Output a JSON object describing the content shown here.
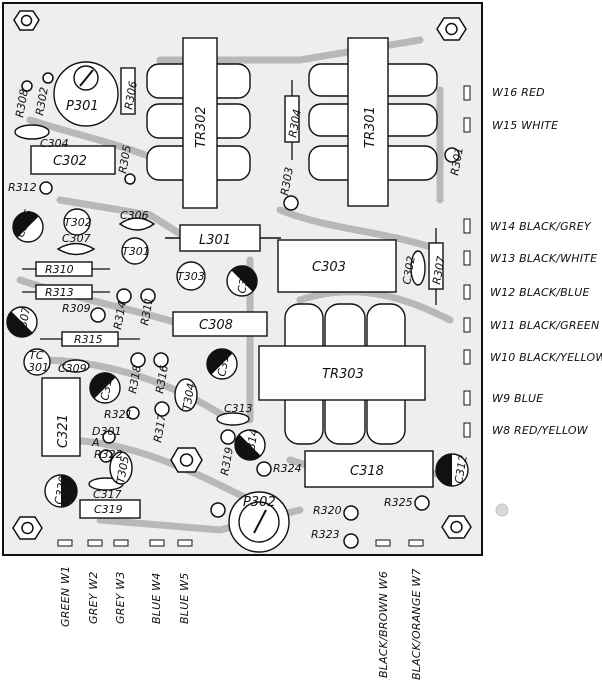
{
  "board": {
    "transformers": [
      "TR302",
      "TR301",
      "TR303"
    ],
    "capacitors": [
      "C302",
      "C303",
      "C304",
      "C305",
      "C306",
      "C307",
      "C308",
      "C309",
      "C310",
      "C311",
      "C312",
      "C313",
      "C314",
      "C315",
      "C316",
      "C317",
      "C318",
      "C319",
      "C320",
      "C321"
    ],
    "resistors": [
      "R301",
      "R302",
      "R303",
      "R304",
      "R305",
      "R306",
      "R307",
      "R308",
      "R309",
      "R310",
      "R311",
      "R312",
      "R313",
      "R314",
      "R315",
      "R316",
      "R317",
      "R318",
      "R319",
      "R320",
      "R321",
      "R322",
      "R323",
      "R324",
      "R325"
    ],
    "transistors": [
      "T302",
      "T301",
      "T303",
      "T304",
      "T305"
    ],
    "tc": [
      "TC",
      "301"
    ],
    "diode": [
      "D301",
      "A"
    ],
    "inductor": "L301",
    "pots": [
      "P301",
      "P302"
    ]
  },
  "wires_right": [
    "W16 RED",
    "W15 WHITE",
    "W14 BLACK/GREY",
    "W13 BLACK/WHITE",
    "W12 BLACK/BLUE",
    "W11 BLACK/GREEN",
    "W10 BLACK/YELLOW",
    "W9 BLUE",
    "W8 RED/YELLOW"
  ],
  "wires_bottom": [
    "GREEN W1",
    "GREY W2",
    "GREY W3",
    "BLUE W4",
    "BLUE W5",
    "BLACK/BROWN W6",
    "BLACK/ORANGE W7"
  ]
}
